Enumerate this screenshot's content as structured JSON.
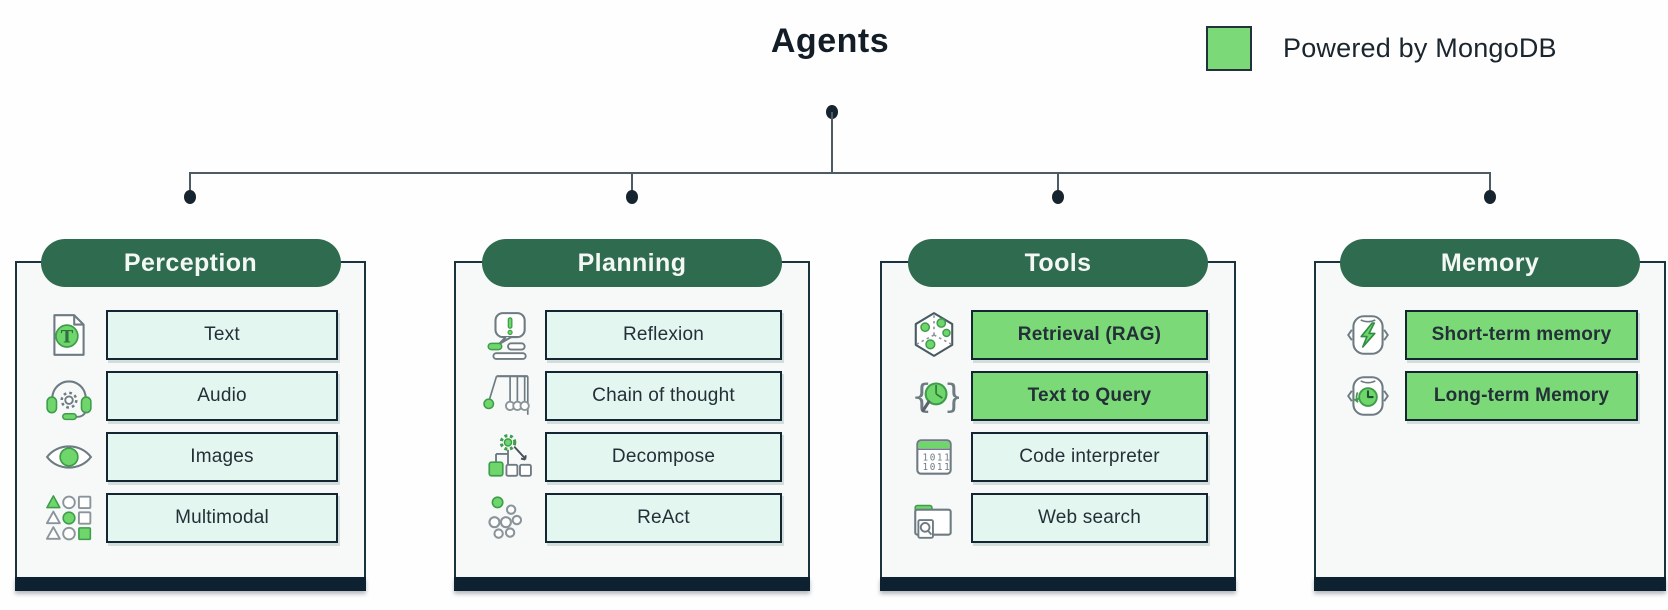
{
  "header": {
    "title": "Agents"
  },
  "legend": {
    "label": "Powered by MongoDB",
    "swatch_color": "#7bd977"
  },
  "colors": {
    "accent_green": "#7bd977",
    "mint_box": "#e3f6ef",
    "pill_green": "#2f6b4f",
    "navy": "#0d2130",
    "card_bg": "#f6f9f8",
    "connector_line": "#4d5c64"
  },
  "columns": [
    {
      "title": "Perception",
      "items": [
        {
          "label": "Text",
          "icon": "text-document-icon",
          "highlighted": false
        },
        {
          "label": "Audio",
          "icon": "audio-headset-icon",
          "highlighted": false
        },
        {
          "label": "Images",
          "icon": "eye-icon",
          "highlighted": false
        },
        {
          "label": "Multimodal",
          "icon": "shapes-grid-icon",
          "highlighted": false
        }
      ]
    },
    {
      "title": "Planning",
      "items": [
        {
          "label": "Reflexion",
          "icon": "speech-exclamation-icon",
          "highlighted": false
        },
        {
          "label": "Chain of thought",
          "icon": "newtons-cradle-icon",
          "highlighted": false
        },
        {
          "label": "Decompose",
          "icon": "gear-breakdown-icon",
          "highlighted": false
        },
        {
          "label": "ReAct",
          "icon": "scatter-circles-icon",
          "highlighted": false
        }
      ]
    },
    {
      "title": "Tools",
      "items": [
        {
          "label": "Retrieval (RAG)",
          "icon": "vector-hexagon-icon",
          "highlighted": true
        },
        {
          "label": "Text to Query",
          "icon": "braces-magnifier-icon",
          "highlighted": true
        },
        {
          "label": "Code interpreter",
          "icon": "binary-window-icon",
          "highlighted": false
        },
        {
          "label": "Web search",
          "icon": "folder-search-icon",
          "highlighted": false
        }
      ]
    },
    {
      "title": "Memory",
      "items": [
        {
          "label": "Short-term memory",
          "icon": "flash-memory-icon",
          "highlighted": true
        },
        {
          "label": "Long-term Memory",
          "icon": "clock-memory-icon",
          "highlighted": true
        }
      ]
    }
  ]
}
